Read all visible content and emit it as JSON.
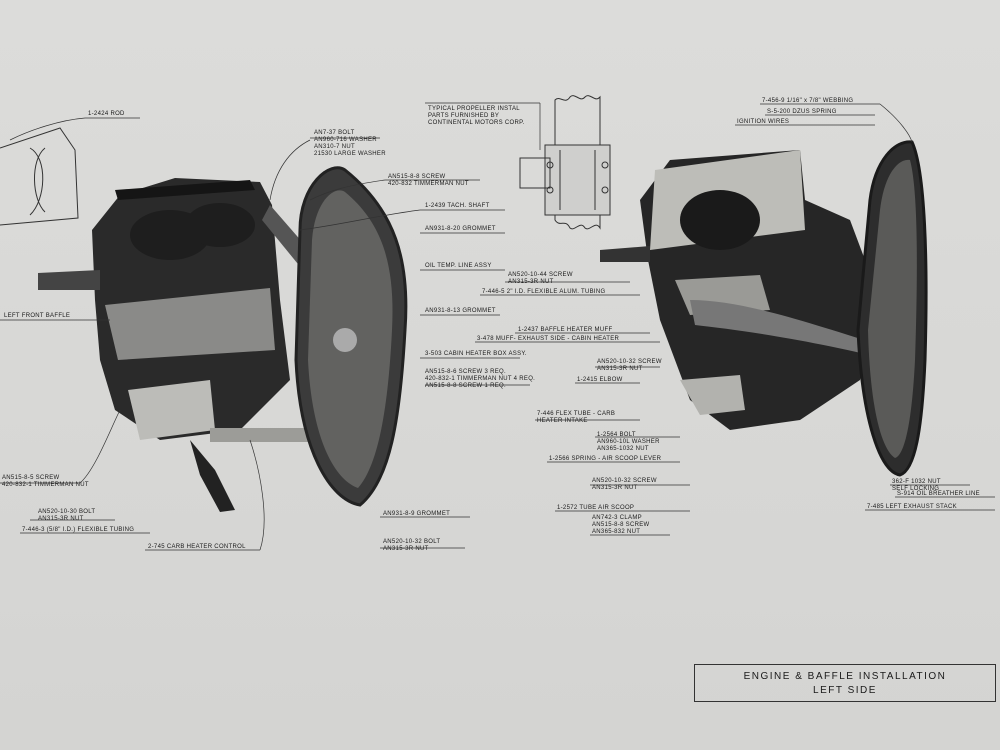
{
  "left_labels": [
    {
      "id": "rod",
      "text": "1-2424  ROD"
    },
    {
      "id": "bolt-washer-nut",
      "lines": [
        "AN7-37  BOLT",
        "AN960-716 WASHER",
        "AN310-7  NUT",
        "21530  LARGE WASHER"
      ]
    },
    {
      "id": "screw-nut",
      "lines": [
        "AN515-8-8  SCREW",
        "420-832  TIMMERMAN NUT"
      ]
    },
    {
      "id": "tach-shaft",
      "text": "1-2439  TACH. SHAFT"
    },
    {
      "id": "grommet1",
      "text": "AN931-8-20  GROMMET"
    },
    {
      "id": "oil-temp",
      "text": "OIL TEMP. LINE ASSY"
    },
    {
      "id": "grommet2",
      "text": "AN931-8-13  GROMMET"
    },
    {
      "id": "left-front-baffle",
      "text": "LEFT FRONT BAFFLE"
    },
    {
      "id": "cabin-heater-box",
      "text": "3-503  CABIN HEATER BOX ASSY."
    },
    {
      "id": "screw-timmerman",
      "lines": [
        "AN515-8-6  SCREW  3 REQ.",
        "420-832-1  TIMMERMAN NUT 4 REQ.",
        "AN515-8-8  SCREW  1 REQ."
      ]
    },
    {
      "id": "screw-left",
      "lines": [
        "AN515-8-5  SCREW",
        "420-832-1 TIMMERMAN NUT"
      ]
    },
    {
      "id": "bolt-nut-left",
      "lines": [
        "AN520-10-30  BOLT",
        "AN315-3R  NUT"
      ]
    },
    {
      "id": "flex-tubing",
      "text": "7-446-3  (5/8\" I.D.)  FLEXIBLE TUBING"
    },
    {
      "id": "carb-heater",
      "text": "2-745  CARB HEATER CONTROL"
    },
    {
      "id": "grommet3",
      "text": "AN931-8-9  GROMMET"
    },
    {
      "id": "bolt-nut-bottom",
      "lines": [
        "AN520-10-32  BOLT",
        "AN315-3R  NUT"
      ]
    }
  ],
  "prop_box": [
    "TYPICAL PROPELLER INSTAL",
    "PARTS FURNISHED BY",
    "CONTINENTAL MOTORS CORP."
  ],
  "right_labels": [
    {
      "id": "webbing",
      "text": "7-456-9  1/16\" x 7/8\"  WEBBING"
    },
    {
      "id": "dzus",
      "text": "S-5-200  DZUS SPRING"
    },
    {
      "id": "ignition",
      "text": "IGNITION  WIRES"
    },
    {
      "id": "screw-nut-r",
      "lines": [
        "AN520-10-44  SCREW",
        "AN315-3R  NUT"
      ]
    },
    {
      "id": "alum-tubing",
      "text": "7-446-5  2\" I.D. FLEXIBLE ALUM. TUBING"
    },
    {
      "id": "baffle-muff",
      "text": "1-2437  BAFFLE HEATER MUFF"
    },
    {
      "id": "muff-exhaust",
      "text": "3-478  MUFF- EXHAUST SIDE - CABIN HEATER"
    },
    {
      "id": "screw-nut-r2",
      "lines": [
        "AN520-10-32  SCREW",
        "AN315-3R  NUT"
      ]
    },
    {
      "id": "elbow",
      "text": "1-2415  ELBOW"
    },
    {
      "id": "flex-carb",
      "lines": [
        "7-446 FLEX TUBE - CARB",
        "HEATER INTAKE"
      ]
    },
    {
      "id": "bolt-washer-nut-r",
      "lines": [
        "1-2564  BOLT",
        "AN960-10L WASHER",
        "AN365-1032  NUT"
      ]
    },
    {
      "id": "spring-air",
      "text": "1-2566 SPRING - AIR  SCOOP LEVER"
    },
    {
      "id": "screw-nut-r3",
      "lines": [
        "AN520-10-32  SCREW",
        "AN315-3R  NUT"
      ]
    },
    {
      "id": "air-scoop",
      "text": "1-2572  TUBE  AIR  SCOOP"
    },
    {
      "id": "clamp-screw-nut",
      "lines": [
        "AN742-3  CLAMP",
        "AN515-8-8  SCREW",
        "AN365-832  NUT"
      ]
    },
    {
      "id": "nut-locking",
      "lines": [
        "362-F 1032  NUT",
        "SELF LOCKING"
      ]
    },
    {
      "id": "breather",
      "text": "S-914  OIL BREATHER LINE"
    },
    {
      "id": "exhaust-stack",
      "text": "7-485  LEFT EXHAUST STACK"
    }
  ],
  "title": [
    "ENGINE  &  BAFFLE  INSTALLATION",
    "LEFT  SIDE"
  ]
}
